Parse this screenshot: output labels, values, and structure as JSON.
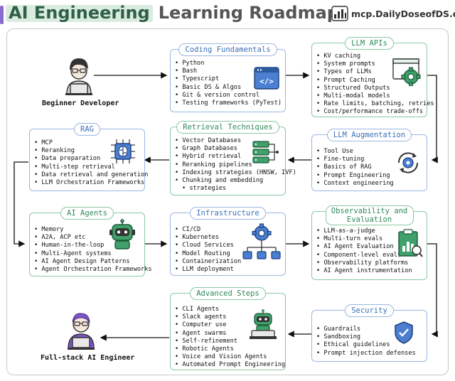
{
  "header": {
    "title_highlight": "AI Engineering",
    "title_rest": "Learning Roadmap",
    "brand": "mcp.DailyDoseofDS.com"
  },
  "start": {
    "label": "Beginner Developer"
  },
  "end": {
    "label": "Full-stack AI Engineer"
  },
  "boxes": {
    "coding": {
      "title": "Coding Fundamentals",
      "items": [
        "Python",
        "Bash",
        "Typescript",
        "Basic DS & Algos",
        "Git & version control",
        "Testing frameworks (PyTest)"
      ]
    },
    "llm_apis": {
      "title": "LLM APIs",
      "items": [
        "KV caching",
        "System prompts",
        "Types of LLMs",
        "Prompt Caching",
        "Structured Outputs",
        "Multi-modal models",
        "Rate limits, batching, retries",
        "Cost/performance trade-offs"
      ]
    },
    "retrieval": {
      "title": "Retrieval Techniques",
      "items": [
        "Vector Databases",
        "Graph Databases",
        "Hybrid retrieval",
        "Reranking pipelines",
        "Indexing strategies (HNSW, IVF)",
        "Chunking and embedding",
        "strategies"
      ]
    },
    "llm_aug": {
      "title": "LLM Augmentation",
      "items": [
        "Tool Use",
        "Fine-tuning",
        "Basics of RAG",
        "Prompt Engineering",
        "Context engineering"
      ]
    },
    "rag": {
      "title": "RAG",
      "items": [
        "MCP",
        "Reranking",
        "Data preparation",
        "Multi-step retrieval",
        "Data retrieval and generation",
        "LLM Orchestration Frameworks"
      ]
    },
    "agents": {
      "title": "AI Agents",
      "items": [
        "Memory",
        "A2A, ACP etc",
        "Human-in-the-loop",
        "Multi-Agent systems",
        "AI Agent Design Patterns",
        "Agent Orchestration Frameworks"
      ]
    },
    "infra": {
      "title": "Infrastructure",
      "items": [
        "CI/CD",
        "Kubernetes",
        "Cloud Services",
        "Model Routing",
        "Containerization",
        "LLM deployment"
      ]
    },
    "observ": {
      "title": "Observability and Evaluation",
      "items": [
        "LLM-as-a-judge",
        "Multi-turn evals",
        "AI Agent Evaluation",
        "Component-level evals",
        "Observability platforms",
        "AI Agent instrumentation"
      ]
    },
    "security": {
      "title": "Security",
      "items": [
        "Guardrails",
        "Sandboxing",
        "Ethical guidelines",
        "Prompt injection defenses"
      ]
    },
    "advanced": {
      "title": "Advanced Steps",
      "items": [
        "CLI Agents",
        "Slack agents",
        "Computer use",
        "Agent swarms",
        "Self-refinement",
        "Robotic Agents",
        "Voice and Vision Agents",
        "Automated Prompt Engineering"
      ]
    }
  },
  "icons": [
    "developer-icon",
    "code-window-icon",
    "gear-window-icon",
    "database-icon",
    "refresh-gear-icon",
    "brain-chip-icon",
    "robot-icon",
    "network-gear-icon",
    "clipboard-chart-icon",
    "shield-check-icon",
    "robot-laptop-icon",
    "engineer-icon"
  ]
}
